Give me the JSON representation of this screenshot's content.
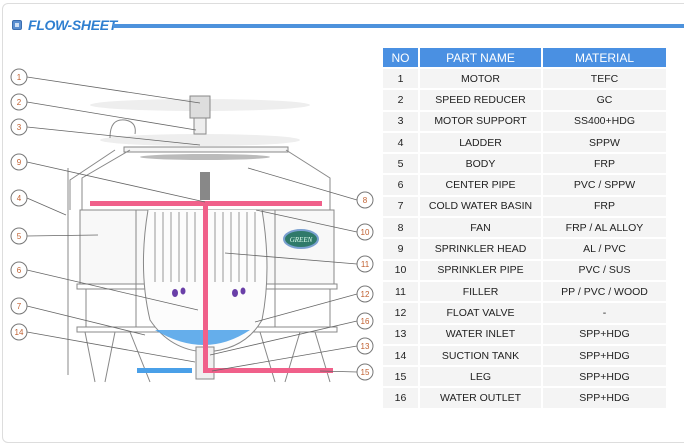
{
  "header": {
    "title": "FLOW-SHEET"
  },
  "table": {
    "columns": [
      "NO",
      "PART NAME",
      "MATERIAL"
    ],
    "rows": [
      [
        "1",
        "MOTOR",
        "TEFC"
      ],
      [
        "2",
        "SPEED REDUCER",
        "GC"
      ],
      [
        "3",
        "MOTOR SUPPORT",
        "SS400+HDG"
      ],
      [
        "4",
        "LADDER",
        "SPPW"
      ],
      [
        "5",
        "BODY",
        "FRP"
      ],
      [
        "6",
        "CENTER PIPE",
        "PVC / SPPW"
      ],
      [
        "7",
        "COLD WATER BASIN",
        "FRP"
      ],
      [
        "8",
        "FAN",
        "FRP / AL ALLOY"
      ],
      [
        "9",
        "SPRINKLER HEAD",
        "AL  / PVC"
      ],
      [
        "10",
        "SPRINKLER PIPE",
        "PVC / SUS"
      ],
      [
        "11",
        "FILLER",
        "PP / PVC / WOOD"
      ],
      [
        "12",
        "FLOAT VALVE",
        "-"
      ],
      [
        "13",
        "WATER INLET",
        "SPP+HDG"
      ],
      [
        "14",
        "SUCTION TANK",
        "SPP+HDG"
      ],
      [
        "15",
        "LEG",
        "SPP+HDG"
      ],
      [
        "16",
        "WATER OUTLET",
        "SPP+HDG"
      ]
    ]
  },
  "diagram": {
    "logo": "GREEN",
    "callouts": [
      "1",
      "2",
      "3",
      "9",
      "4",
      "5",
      "6",
      "7",
      "14",
      "8",
      "10",
      "11",
      "12",
      "16",
      "13",
      "15"
    ],
    "colors": {
      "pipe": "#f0608a",
      "water": "#4aa0e8",
      "accent": "#4a90e2"
    }
  }
}
